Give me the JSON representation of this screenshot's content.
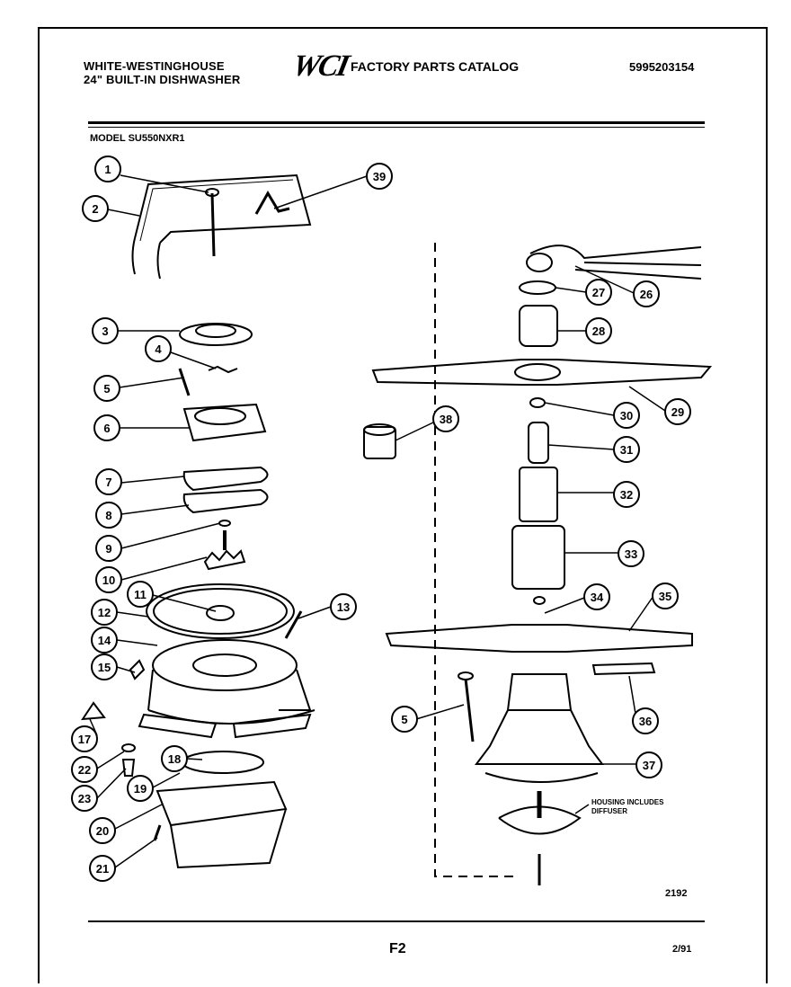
{
  "header": {
    "brand_line1": "WHITE-WESTINGHOUSE",
    "brand_line2": "24\" BUILT-IN DISHWASHER",
    "logo_text": "WCI",
    "catalog_title": "FACTORY PARTS CATALOG",
    "part_number": "5995203154"
  },
  "model_label": "MODEL SU550NXR1",
  "callouts": [
    "1",
    "2",
    "39",
    "3",
    "4",
    "5",
    "6",
    "7",
    "8",
    "9",
    "10",
    "11",
    "12",
    "13",
    "14",
    "15",
    "17",
    "22",
    "23",
    "18",
    "19",
    "20",
    "21",
    "27",
    "26",
    "28",
    "38",
    "29",
    "30",
    "31",
    "32",
    "33",
    "34",
    "35",
    "5",
    "36",
    "37"
  ],
  "annotation": {
    "line1": "HOUSING INCLUDES",
    "line2": "DIFFUSER"
  },
  "footer": {
    "drawing_number": "2192",
    "page": "F2",
    "date": "2/91"
  }
}
